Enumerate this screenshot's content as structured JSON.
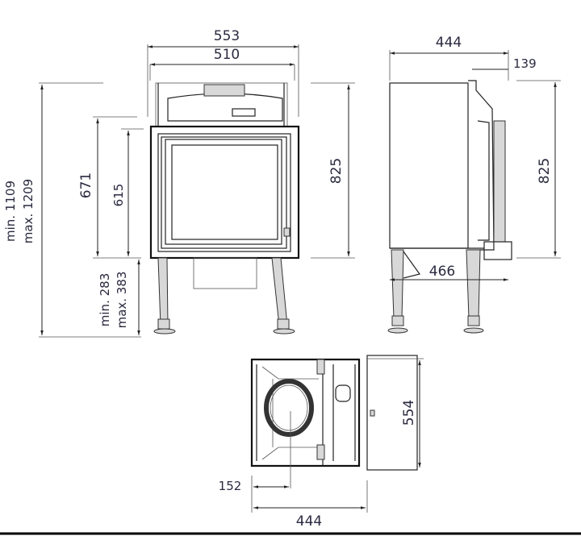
{
  "front_view": {
    "overall_width": "553",
    "inner_width": "510",
    "total_height_min": "min. 1109",
    "total_height_max": "max. 1209",
    "body_height": "671",
    "door_height": "615",
    "leg_height_min": "min. 283",
    "leg_height_max": "max. 383",
    "body_height_825": "825"
  },
  "side_view": {
    "depth": "444",
    "door_offset": "139",
    "height": "825",
    "leg_depth": "466"
  },
  "top_view": {
    "width": "554",
    "flue_offset": "152",
    "depth": "444"
  }
}
